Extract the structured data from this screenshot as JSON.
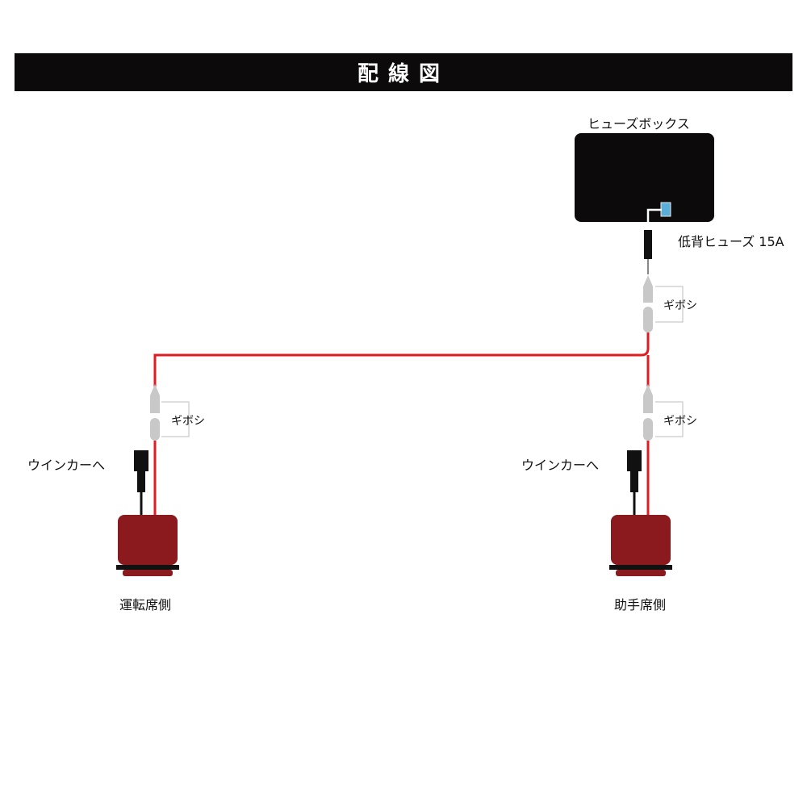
{
  "header": {
    "title": "配線図"
  },
  "labels": {
    "fuse_box": "ヒューズボックス",
    "low_profile_fuse": "低背ヒューズ 15A",
    "gibosi_top": "ギボシ",
    "gibosi_left": "ギボシ",
    "gibosi_right": "ギボシ",
    "to_winker_left": "ウインカーへ",
    "to_winker_right": "ウインカーへ",
    "driver_side": "運転席側",
    "passenger_side": "助手席側"
  },
  "colors": {
    "header_bg": "#0c0a0a",
    "fuse_box": "#0c0a0a",
    "wire_red": "#e01b22",
    "wire_black": "#111111",
    "connector_gray": "#c8c8c8",
    "socket_red": "#8b1a1e",
    "fuse_blue": "#5aaed8"
  }
}
